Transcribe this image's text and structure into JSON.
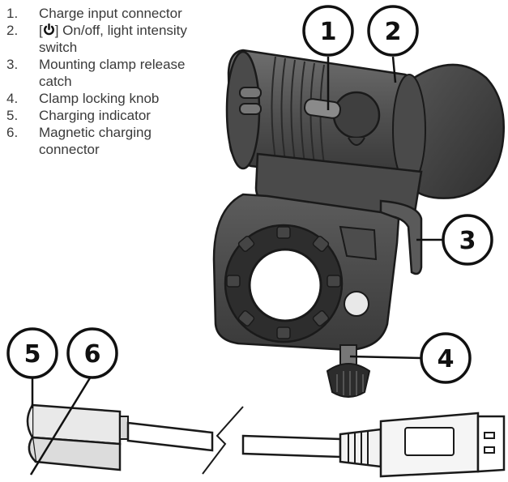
{
  "legend": [
    {
      "num": "1.",
      "text": "Charge input connector"
    },
    {
      "num": "2.",
      "text_before": "[",
      "icon": "power-icon",
      "text_after": "] On/off, light intensity switch"
    },
    {
      "num": "3.",
      "text": "Mounting clamp release catch"
    },
    {
      "num": "4.",
      "text": "Clamp locking knob"
    },
    {
      "num": "5.",
      "text": "Charging indicator"
    },
    {
      "num": "6.",
      "text": "Magnetic charging connector"
    }
  ],
  "callouts": [
    "1",
    "2",
    "3",
    "4",
    "5",
    "6"
  ],
  "colors": {
    "body": "#5b5b5b",
    "dark": "#3d3d3d",
    "light": "#7a7a7a",
    "cable": "#e6e6e6",
    "outline": "#1a1a1a"
  }
}
